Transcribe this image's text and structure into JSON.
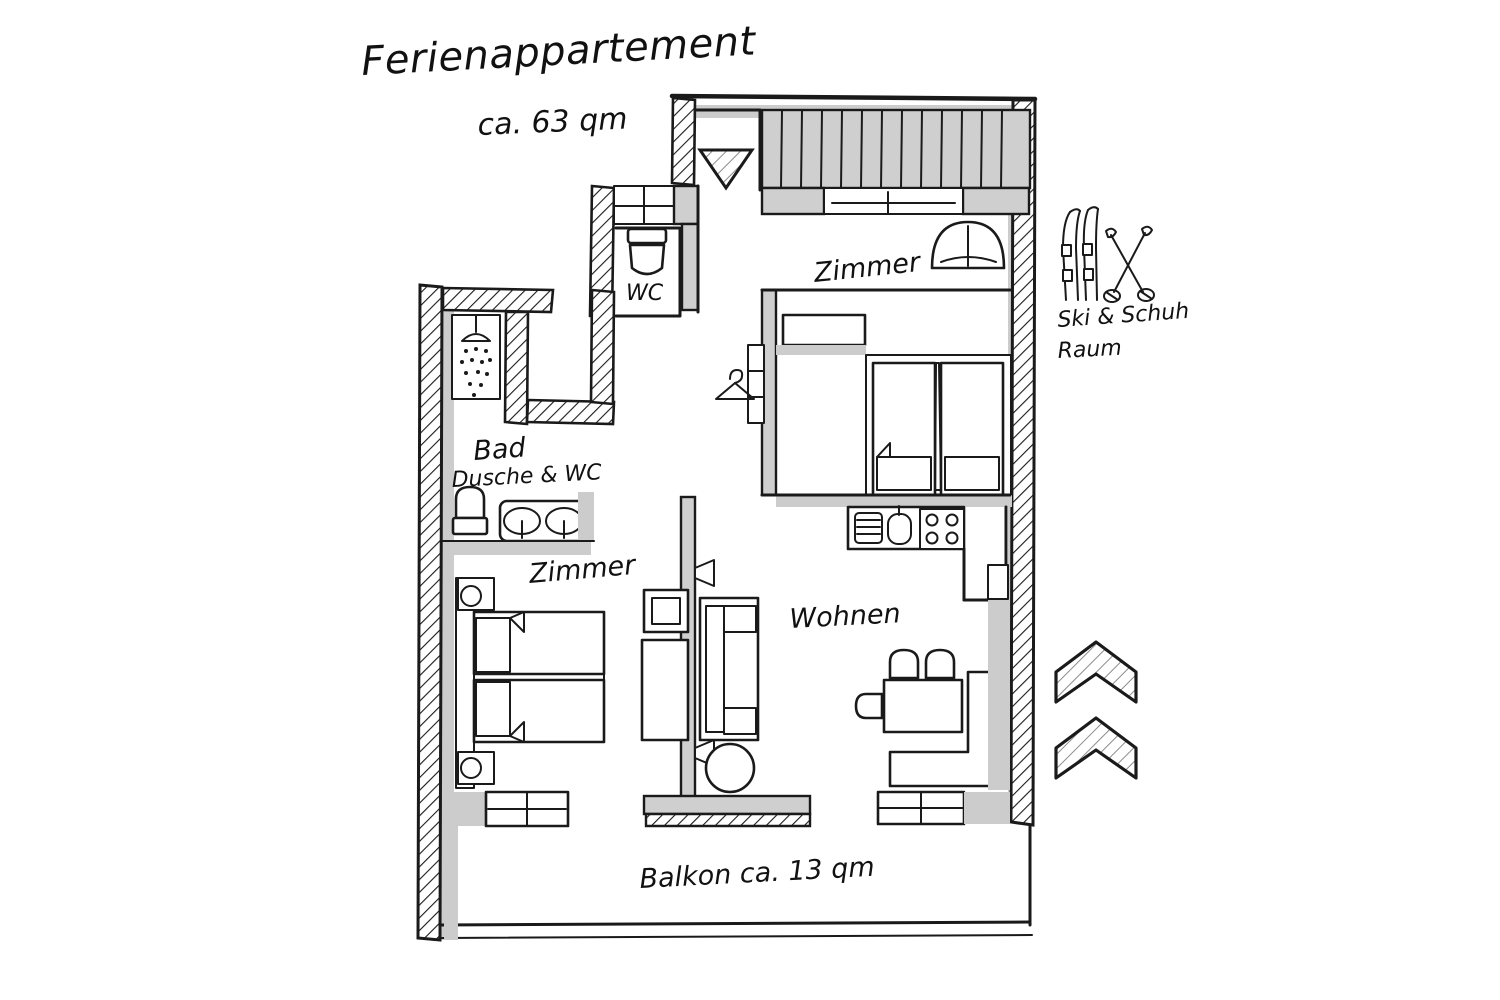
{
  "document": {
    "type": "architectural-floor-plan",
    "style": "hand-drawn sketch",
    "title": "Ferienappartement",
    "subtitle": "ca. 63 qm",
    "background_color": "#ffffff",
    "ink_color": "#1a1a1a",
    "shadow_color": "#cccccc"
  },
  "labels": {
    "title": "Ferienappartement",
    "area": "ca. 63 qm",
    "wc": "WC",
    "bath_main": "Bad",
    "bath_sub": "Dusche & WC",
    "bedroom_upper": "Zimmer",
    "bedroom_lower": "Zimmer",
    "living": "Wohnen",
    "ski_room_line1": "Ski & Schuh",
    "ski_room_line2": "Raum",
    "balcony": "Balkon ca. 13 qm"
  },
  "rooms": [
    {
      "id": "wc",
      "name": "WC",
      "fixtures": [
        "toilet",
        "window"
      ]
    },
    {
      "id": "bad",
      "name": "Bad",
      "subtitle": "Dusche & WC",
      "fixtures": [
        "shower",
        "toilet",
        "double-sink"
      ]
    },
    {
      "id": "zimmer-oben",
      "name": "Zimmer",
      "fixtures": [
        "twin-beds",
        "wardrobe",
        "dresser",
        "armchair"
      ]
    },
    {
      "id": "zimmer-unten",
      "name": "Zimmer",
      "fixtures": [
        "twin-beds",
        "nightstand-lamps",
        "sideboard"
      ]
    },
    {
      "id": "wohnen",
      "name": "Wohnen",
      "fixtures": [
        "kitchen-counter",
        "stove",
        "sink",
        "dining-table",
        "chairs",
        "bench-sofa",
        "sofa",
        "tv",
        "side-table"
      ]
    },
    {
      "id": "balkon",
      "name": "Balkon",
      "area": "ca. 13 qm"
    }
  ],
  "icons": [
    {
      "name": "ski-icon",
      "description": "pair of skis"
    },
    {
      "name": "ski-poles-icon",
      "description": "crossed ski poles"
    },
    {
      "name": "clothes-hanger-icon",
      "description": "coat hanger marking wardrobe"
    },
    {
      "name": "shower-icon",
      "description": "shower head with water drops"
    },
    {
      "name": "entrance-arrow-icon",
      "description": "hatched downward triangle marking entrance"
    },
    {
      "name": "chevron-icon",
      "description": "hatched chevron / mountain arrow"
    },
    {
      "name": "stove-icon",
      "description": "four burner cooktop"
    },
    {
      "name": "sink-icon",
      "description": "kitchen sink basin"
    },
    {
      "name": "dish-rack-icon",
      "description": "dish drying rack"
    }
  ],
  "annotations": {
    "chevron_count": 2,
    "ski_pair_count": 2,
    "pole_count": 2,
    "bedroom_beds_each": 2,
    "cooktop_burners": 4,
    "vanity_basins": 2
  }
}
